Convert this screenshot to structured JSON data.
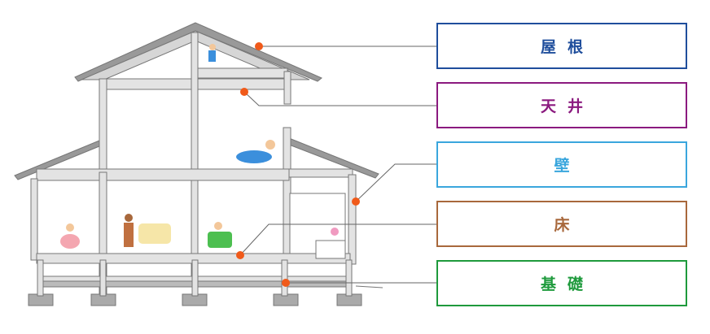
{
  "labels": [
    {
      "id": "roof",
      "text": "屋根",
      "color": "#1f4e9c"
    },
    {
      "id": "ceiling",
      "text": "天井",
      "color": "#8b1a7f"
    },
    {
      "id": "wall",
      "text": "壁",
      "color": "#3aa6dd"
    },
    {
      "id": "floor",
      "text": "床",
      "color": "#a8683c"
    },
    {
      "id": "foundation",
      "text": "基礎",
      "color": "#1e9a3c"
    }
  ],
  "marker_color": "#f05a1a"
}
